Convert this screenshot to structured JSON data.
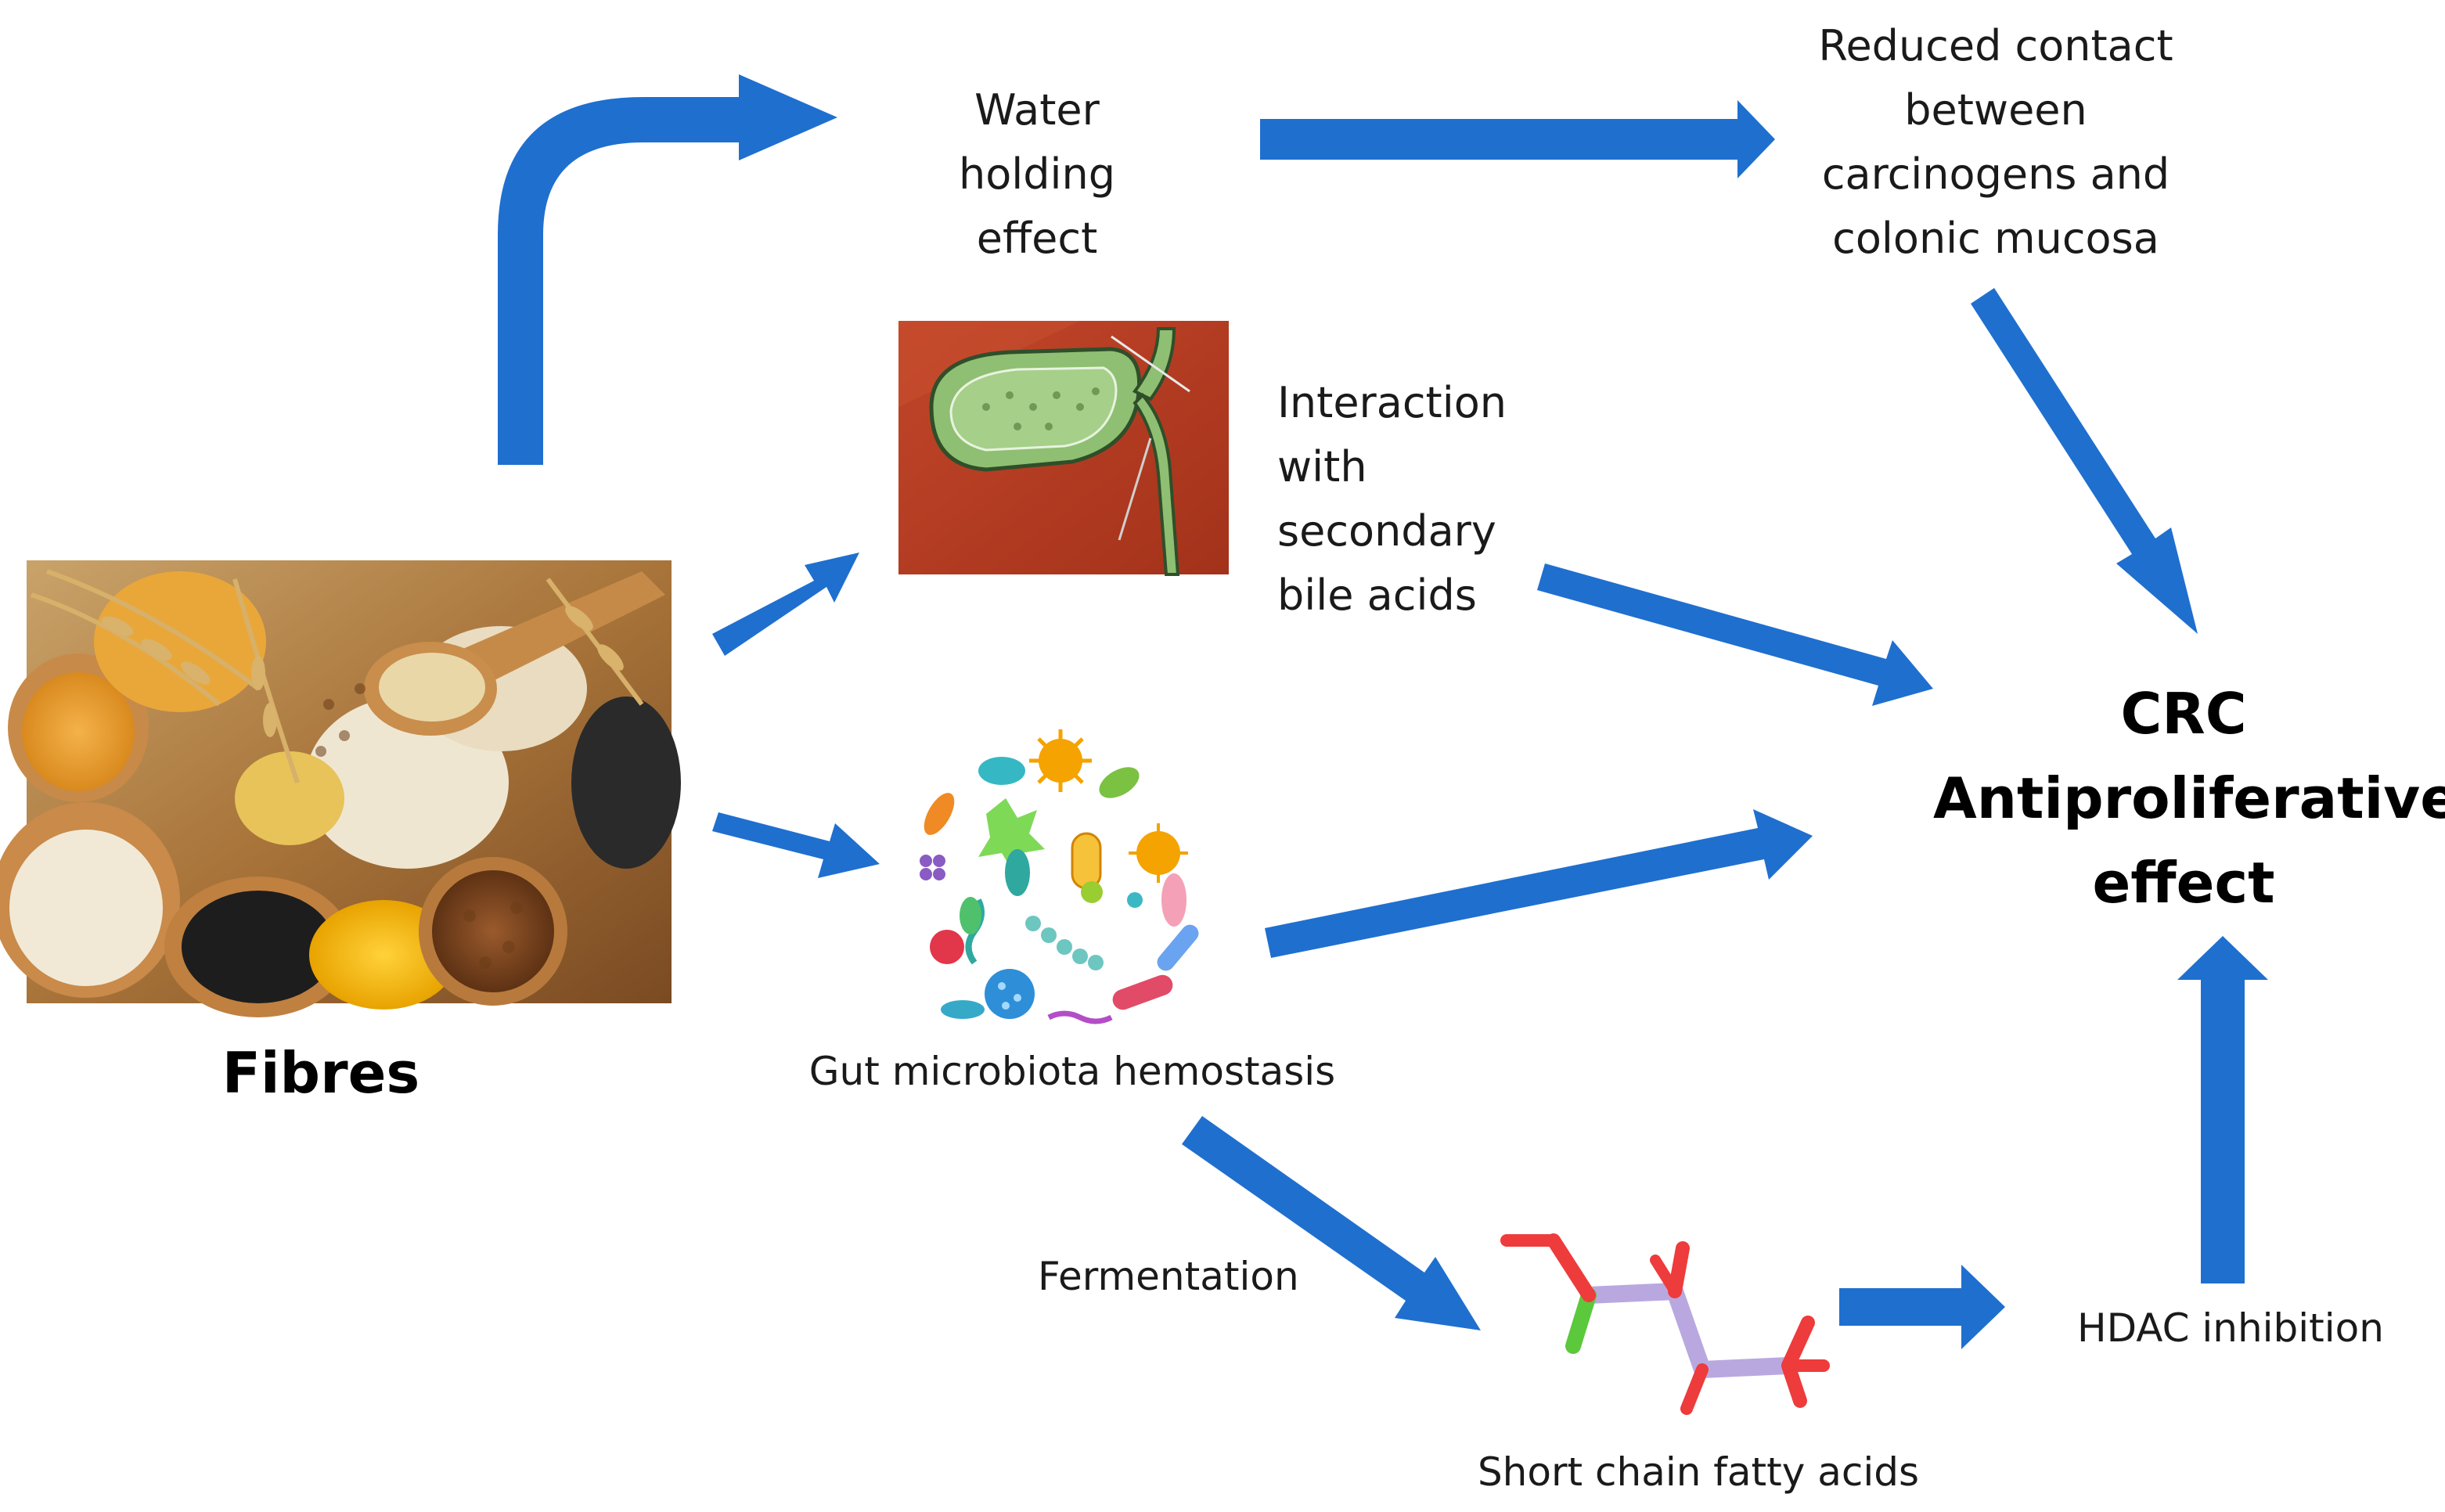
{
  "labels": {
    "water_holding": "Water holding effect",
    "reduced_contact": "Reduced contact between carcinogens and colonic mucosa",
    "bile_acids": "Interaction with secondary bile acids",
    "fibres": "Fibres",
    "gut_microbiota": "Gut microbiota hemostasis",
    "crc": "CRC Antiproliferative effect",
    "fermentation": "Fermentation",
    "scfa": "Short chain fatty acids",
    "hdac": "HDAC inhibition"
  },
  "colors": {
    "arrow": "#1f6fcf",
    "liver": "#b8391f",
    "gallbladder": "#8fbf72",
    "scfa_bond": "#b9a8e0",
    "scfa_oxygen": "#ee3b3b",
    "scfa_chlorine": "#5cc83c"
  },
  "icons": {
    "fibres_photo": "grains-and-seeds-photo",
    "gallbladder": "gallbladder-illustration",
    "microbiota": "bacteria-cluster-illustration",
    "scfa_molecule": "molecule-3d-model"
  }
}
